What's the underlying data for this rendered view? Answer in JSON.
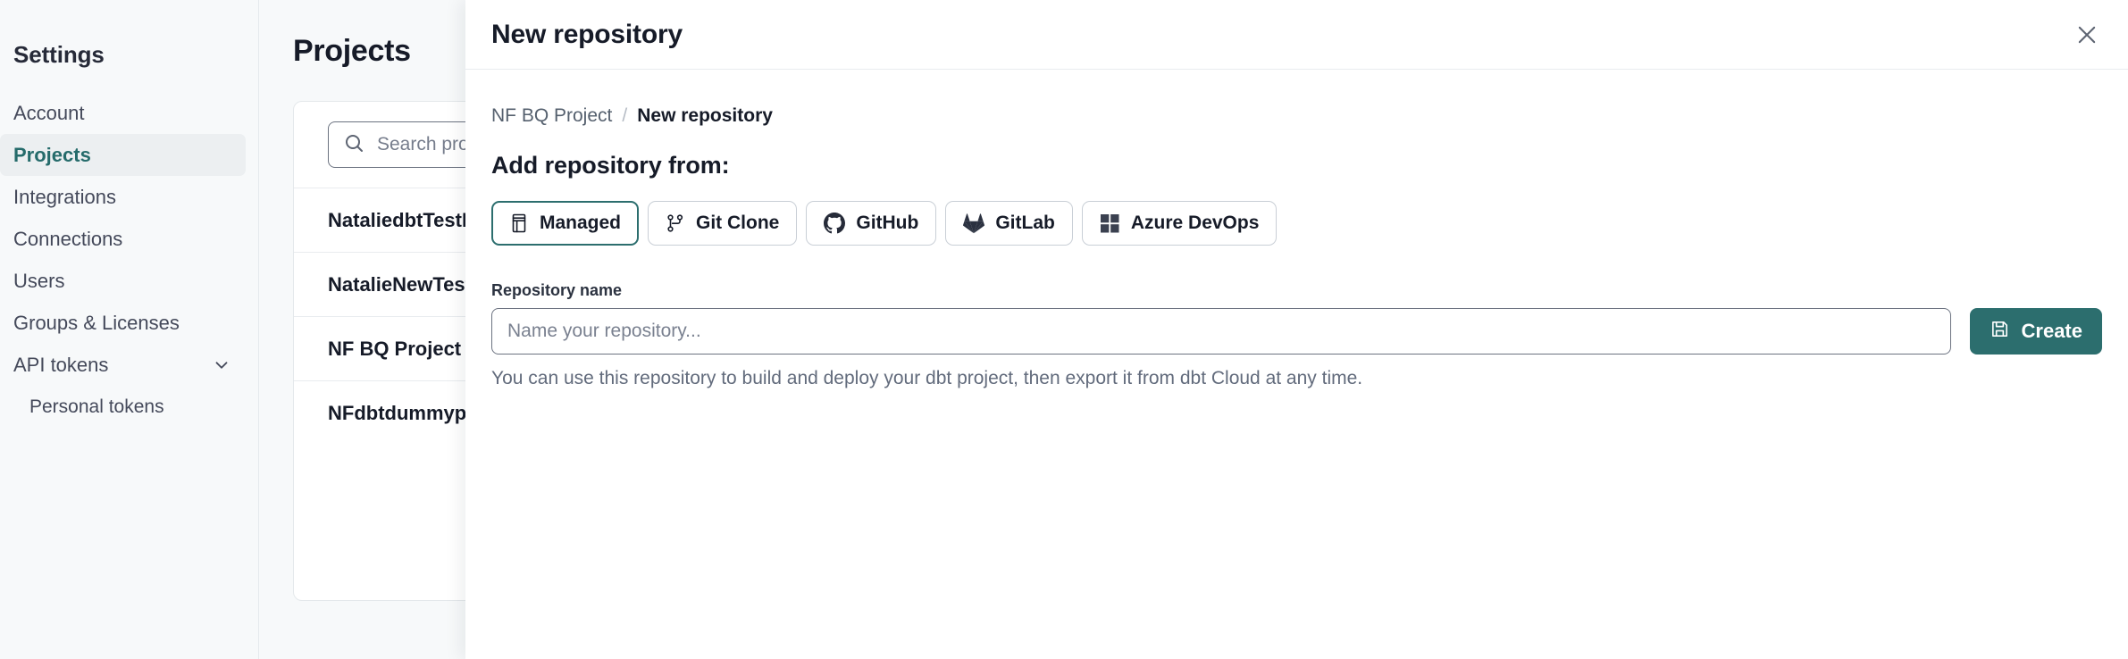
{
  "sidebar": {
    "title": "Settings",
    "items": [
      {
        "label": "Account",
        "active": false,
        "sub": false,
        "chevron": false
      },
      {
        "label": "Projects",
        "active": true,
        "sub": false,
        "chevron": false
      },
      {
        "label": "Integrations",
        "active": false,
        "sub": false,
        "chevron": false
      },
      {
        "label": "Connections",
        "active": false,
        "sub": false,
        "chevron": false
      },
      {
        "label": "Users",
        "active": false,
        "sub": false,
        "chevron": false
      },
      {
        "label": "Groups & Licenses",
        "active": false,
        "sub": false,
        "chevron": false
      },
      {
        "label": "API tokens",
        "active": false,
        "sub": false,
        "chevron": true
      },
      {
        "label": "Personal tokens",
        "active": false,
        "sub": true,
        "chevron": false
      }
    ]
  },
  "main": {
    "page_title": "Projects",
    "search": {
      "placeholder": "Search projects by name...",
      "value": "",
      "icon": "search-icon"
    },
    "projects": [
      {
        "name": "NataliedbtTestLearn T"
      },
      {
        "name": "NatalieNewTest"
      },
      {
        "name": "NF BQ Project"
      },
      {
        "name": "NFdbtdummyproject"
      }
    ]
  },
  "drawer": {
    "title": "New repository",
    "close_icon": "close-icon",
    "breadcrumb": {
      "parent": "NF BQ Project",
      "separator": "/",
      "current": "New repository"
    },
    "section_title": "Add repository from:",
    "tabs": [
      {
        "label": "Managed",
        "icon": "database-icon",
        "selected": true
      },
      {
        "label": "Git Clone",
        "icon": "git-branch-icon",
        "selected": false
      },
      {
        "label": "GitHub",
        "icon": "github-icon",
        "selected": false
      },
      {
        "label": "GitLab",
        "icon": "gitlab-icon",
        "selected": false
      },
      {
        "label": "Azure DevOps",
        "icon": "azure-devops-icon",
        "selected": false
      }
    ],
    "form": {
      "label": "Repository name",
      "placeholder": "Name your repository...",
      "value": "",
      "helper": "You can use this repository to build and deploy your dbt project, then export it from dbt Cloud at any time.",
      "create_label": "Create",
      "create_icon": "save-icon"
    }
  },
  "colors": {
    "accent": "#2c6e6e",
    "page_bg": "#f7f9fa",
    "text": "#161b28",
    "muted": "#626b7c"
  }
}
